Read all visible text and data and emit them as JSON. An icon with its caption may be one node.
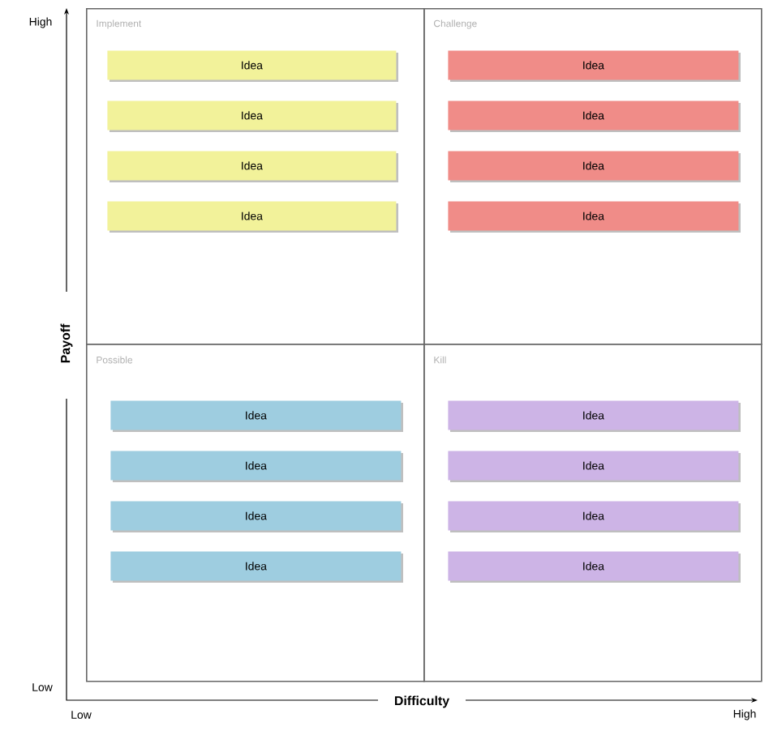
{
  "diagram": {
    "nodes": [
      {
        "text": [
          "Implement"
        ]
      },
      {
        "text": [
          "Idea"
        ],
        "in": 0
      },
      {
        "text": [
          "Idea"
        ],
        "in": 0
      },
      {
        "text": [
          "Idea"
        ],
        "in": 0
      },
      {
        "text": [
          "Idea"
        ],
        "in": 0
      },
      {
        "text": [
          "Challenge"
        ]
      },
      {
        "text": [
          "Idea"
        ],
        "in": 5
      },
      {
        "text": [
          "Idea"
        ],
        "in": 5
      },
      {
        "text": [
          "Idea"
        ],
        "in": 5
      },
      {
        "text": [
          "Idea"
        ],
        "in": 5
      },
      {
        "text": [
          "Possible"
        ]
      },
      {
        "text": [
          "Idea"
        ],
        "in": 10
      },
      {
        "text": [
          "Idea"
        ],
        "in": 10
      },
      {
        "text": [
          "Idea"
        ],
        "in": 10
      },
      {
        "text": [
          "Idea"
        ],
        "in": 10
      },
      {
        "text": [
          "Kill"
        ]
      },
      {
        "text": [
          "Idea"
        ],
        "in": 15
      },
      {
        "text": [
          "Idea"
        ],
        "in": 15
      },
      {
        "text": [
          "Idea"
        ],
        "in": 15
      },
      {
        "text": [
          "Idea"
        ],
        "in": 15
      }
    ],
    "edges": [],
    "labels": [
      "High",
      "Payoff",
      "Low",
      "Low",
      "Difficulty",
      "High"
    ]
  }
}
